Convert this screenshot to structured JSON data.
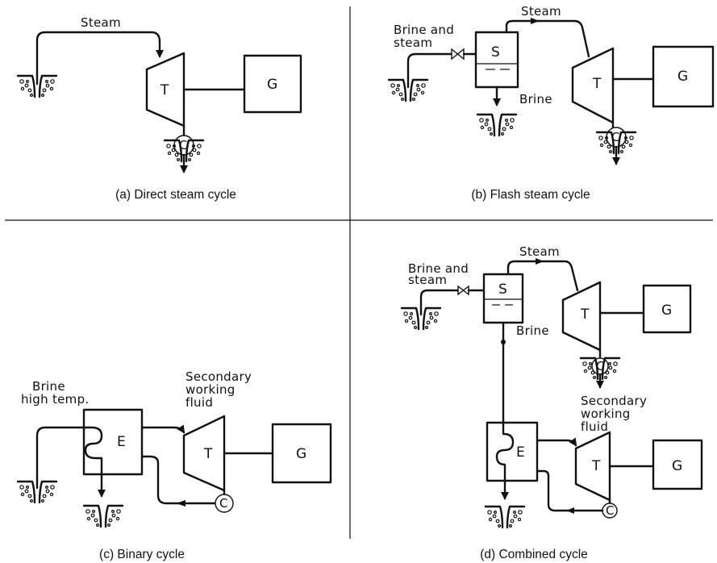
{
  "panels": {
    "a": {
      "caption": "(a) Direct steam cycle",
      "steam_label": "Steam",
      "turbine": "T",
      "generator": "G",
      "condenser": "C"
    },
    "b": {
      "caption": "(b) Flash steam cycle",
      "inlet_label_1": "Brine and",
      "inlet_label_2": "steam",
      "steam_label": "Steam",
      "brine_label": "Brine",
      "separator": "S",
      "turbine": "T",
      "generator": "G",
      "condenser": "C"
    },
    "c": {
      "caption": "(c) Binary cycle",
      "brine_label_1": "Brine",
      "brine_label_2": "high temp.",
      "fluid_label_1": "Secondary",
      "fluid_label_2": "working",
      "fluid_label_3": "fluid",
      "exchanger": "E",
      "turbine": "T",
      "generator": "G",
      "condenser": "C"
    },
    "d": {
      "caption": "(d) Combined cycle",
      "inlet_label_1": "Brine and",
      "inlet_label_2": "steam",
      "steam_label": "Steam",
      "brine_label": "Brine",
      "fluid_label_1": "Secondary",
      "fluid_label_2": "working",
      "fluid_label_3": "fluid",
      "separator": "S",
      "turbine_1": "T",
      "generator_1": "G",
      "condenser_1": "C",
      "exchanger": "E",
      "turbine_2": "T",
      "generator_2": "G",
      "condenser_2": "C"
    }
  }
}
